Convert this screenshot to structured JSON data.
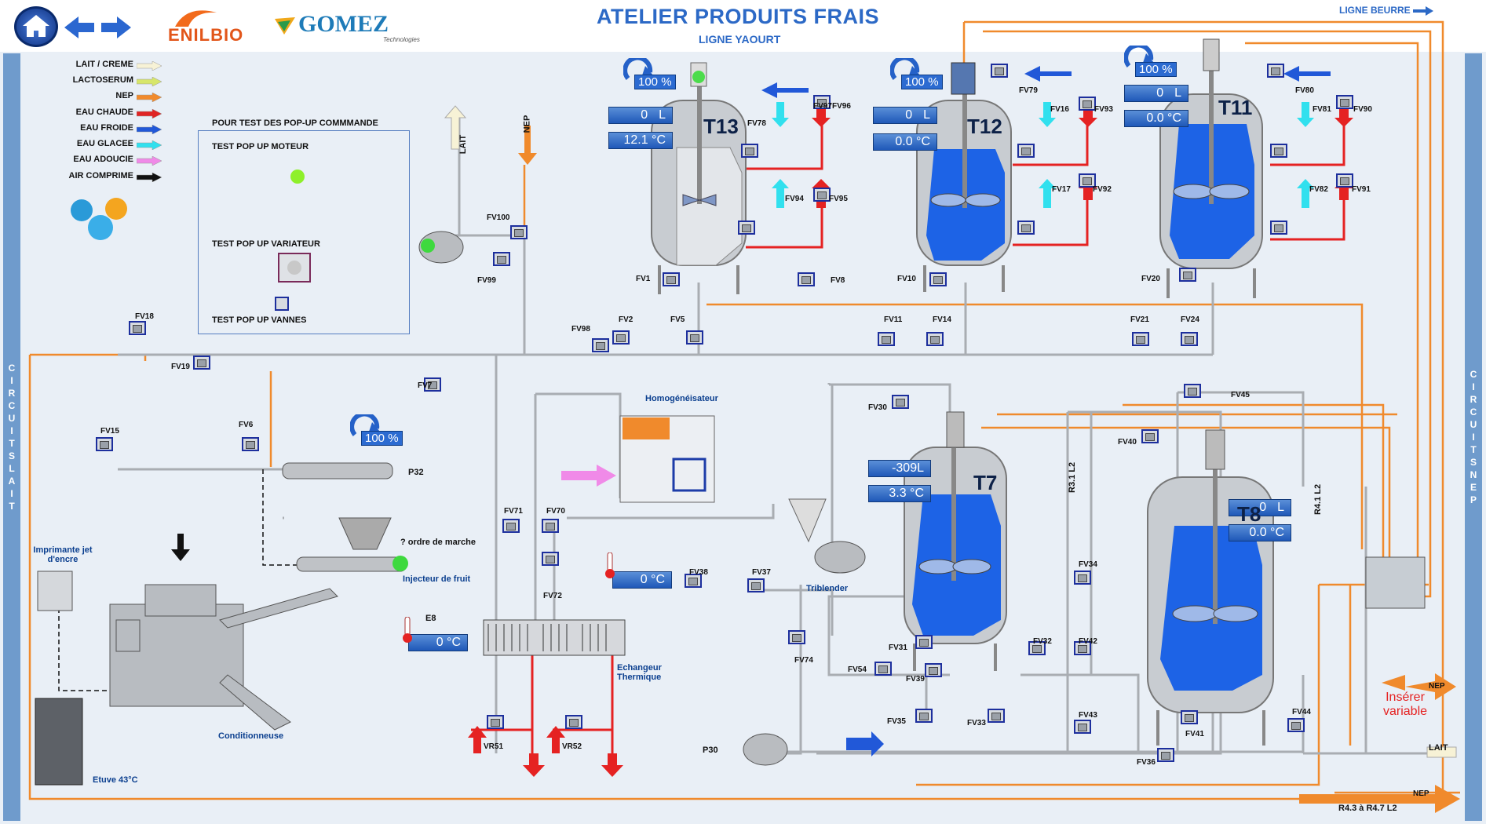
{
  "header": {
    "title": "ATELIER PRODUITS FRAIS",
    "subtitle": "LIGNE YAOURT",
    "ligne_beurre": "LIGNE BEURRE",
    "logo_enilbio": "ENILBIO",
    "logo_gomez": "GOMEZ",
    "logo_gomez_sub": "Technologies"
  },
  "nav": {
    "home": "home-icon",
    "back": "arrow-left-icon",
    "forward": "arrow-right-icon"
  },
  "sidebar_left": [
    "C",
    "I",
    "R",
    "C",
    "U",
    "I",
    "T",
    "S",
    "",
    "L",
    "A",
    "I",
    "T"
  ],
  "sidebar_right": [
    "C",
    "I",
    "R",
    "C",
    "U",
    "I",
    "T",
    "S",
    "",
    "N",
    "E",
    "P"
  ],
  "legend": [
    {
      "label": "LAIT / CREME",
      "color": "#f7f2d6"
    },
    {
      "label": "LACTOSERUM",
      "color": "#d7e66a"
    },
    {
      "label": "NEP",
      "color": "#f18a2c"
    },
    {
      "label": "EAU CHAUDE",
      "color": "#e02424"
    },
    {
      "label": "EAU FROIDE",
      "color": "#2158d8"
    },
    {
      "label": "EAU GLACEE",
      "color": "#31e0ee"
    },
    {
      "label": "EAU ADOUCIE",
      "color": "#f08ae8"
    },
    {
      "label": "AIR COMPRIME",
      "color": "#111111"
    }
  ],
  "test_panel": {
    "title": "POUR TEST DES POP-UP COMMMANDE",
    "motor": "TEST POP UP MOTEUR",
    "variator": "TEST POP UP VARIATEUR",
    "valves": "TEST POP UP VANNES"
  },
  "tanks": {
    "T13": {
      "name": "T13",
      "level": "0",
      "unit": "L",
      "temp": "12.1 °C",
      "speed": "100 %"
    },
    "T12": {
      "name": "T12",
      "level": "0",
      "unit": "L",
      "temp": "0.0 °C",
      "speed": "100 %"
    },
    "T11": {
      "name": "T11",
      "level": "0",
      "unit": "L",
      "temp": "0.0 °C",
      "speed": "100 %"
    },
    "T7": {
      "name": "T7",
      "level": "-309L",
      "temp": "3.3 °C"
    },
    "T8": {
      "name": "T8",
      "level": "0",
      "unit": "L",
      "temp": "0.0 °C"
    }
  },
  "pump_p32": {
    "speed": "100 %",
    "label": "P32"
  },
  "valves": [
    "FV1",
    "FV2",
    "FV5",
    "FV6",
    "FV7",
    "FV8",
    "FV10",
    "FV11",
    "FV14",
    "FV15",
    "FV16",
    "FV17",
    "FV18",
    "FV19",
    "FV20",
    "FV21",
    "FV24",
    "FV30",
    "FV31",
    "FV32",
    "FV33",
    "FV34",
    "FV35",
    "FV36",
    "FV37",
    "FV38",
    "FV39",
    "FV40",
    "FV41",
    "FV42",
    "FV43",
    "FV44",
    "FV45",
    "FV54",
    "FV70",
    "FV71",
    "FV72",
    "FV74",
    "FV78",
    "FV79",
    "FV80",
    "FV81",
    "FV82",
    "FV90",
    "FV91",
    "FV92",
    "FV93",
    "FV94",
    "FV95",
    "FV96",
    "FV97",
    "FV98",
    "FV99",
    "FV100",
    "VR51",
    "VR52"
  ],
  "labels": {
    "lait_top": "LAIT",
    "nep_top": "NEP",
    "homogeneisateur": "Homogénéisateur",
    "ordre_marche": "? ordre de marche",
    "injecteur": "Injecteur de fruit",
    "imprimante": "Imprimante jet d'encre",
    "conditionneuse": "Conditionneuse",
    "etuve": "Etuve 43°C",
    "echangeur": "Echangeur Thermique",
    "triblender": "Triblender",
    "p30": "P30",
    "e8": "E8",
    "e8_temp": "0 °C",
    "thermo_temp": "0 °C",
    "r31": "R3.1 L2",
    "r41": "R4.1 L2",
    "r43": "R4.3 à R4.7 L2",
    "inserer": "Insérer variable",
    "nep_right": "NEP",
    "lait_right": "LAIT",
    "nep_bottom": "NEP"
  }
}
